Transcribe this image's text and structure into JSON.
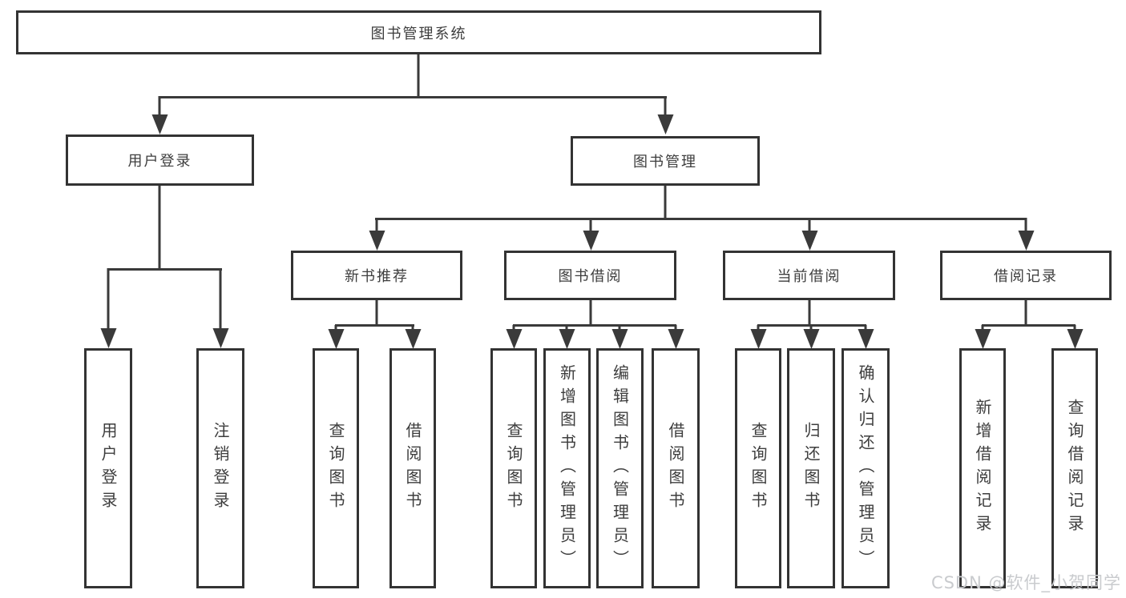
{
  "tree": {
    "root": {
      "label": "图书管理系统"
    },
    "branches": [
      {
        "label": "用户登录",
        "children": [
          {
            "label": "用户登录"
          },
          {
            "label": "注销登录"
          }
        ]
      },
      {
        "label": "图书管理",
        "children": [
          {
            "label": "新书推荐",
            "children": [
              {
                "label": "查询图书"
              },
              {
                "label": "借阅图书"
              }
            ]
          },
          {
            "label": "图书借阅",
            "children": [
              {
                "label": "查询图书"
              },
              {
                "label": "新增图书（管理员）"
              },
              {
                "label": "编辑图书（管理员）"
              },
              {
                "label": "借阅图书"
              }
            ]
          },
          {
            "label": "当前借阅",
            "children": [
              {
                "label": "查询图书"
              },
              {
                "label": "归还图书"
              },
              {
                "label": "确认归还（管理员）"
              }
            ]
          },
          {
            "label": "借阅记录",
            "children": [
              {
                "label": "新增借阅记录"
              },
              {
                "label": "查询借阅记录"
              }
            ]
          }
        ]
      }
    ]
  },
  "watermark": {
    "text": "CSDN @软件_小贺同学"
  },
  "colors": {
    "line": "#3a3a3a",
    "border": "#333333",
    "text": "#3d3d3d",
    "watermark": "#c9cbce",
    "background": "#ffffff"
  }
}
